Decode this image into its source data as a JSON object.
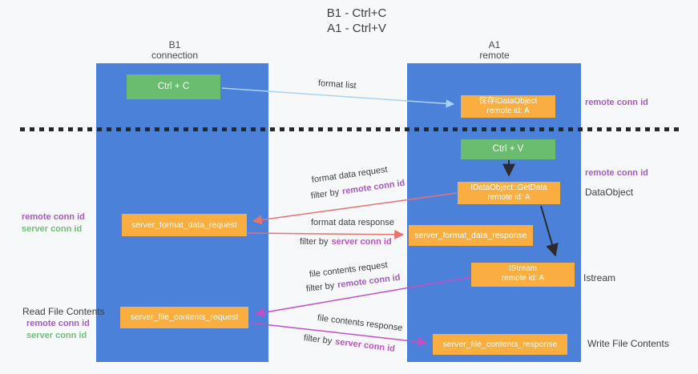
{
  "title": {
    "line1": "B1 - Ctrl+C",
    "line2": "A1 - Ctrl+V"
  },
  "participants": {
    "left": {
      "name": "B1",
      "role": "connection"
    },
    "right": {
      "name": "A1",
      "role": "remote"
    }
  },
  "boxes": {
    "ctrl_c": {
      "label": "Ctrl + C"
    },
    "save_idataobject": {
      "line1": "保存IDataObject",
      "line2": "remote id: A"
    },
    "ctrl_v": {
      "label": "Ctrl + V"
    },
    "idataobject_getdata": {
      "line1": "IDataObject::GetData",
      "line2": "remote id: A"
    },
    "server_format_data_request": {
      "label": "server_format_data_request"
    },
    "server_format_data_response": {
      "label": "server_format_data_response"
    },
    "istream": {
      "line1": "IStream",
      "line2": "remote id: A"
    },
    "server_file_contents_request": {
      "label": "server_file_contents_request"
    },
    "server_file_contents_response": {
      "label": "server_file_contents_response"
    }
  },
  "flows": {
    "format_list": {
      "label": "format list"
    },
    "format_data_request": {
      "label": "format data request",
      "filter_prefix": "filter by",
      "filter_key": "remote conn id"
    },
    "format_data_response": {
      "label": "format data response",
      "filter_prefix": "filter by",
      "filter_key": "server conn id"
    },
    "file_contents_request": {
      "label": "file contents request",
      "filter_prefix": "filter by",
      "filter_key": "remote conn id"
    },
    "file_contents_response": {
      "label": "file contents response",
      "filter_prefix": "filter by",
      "filter_key": "server conn id"
    }
  },
  "annotations": {
    "right_remote_conn_top": "remote conn id",
    "right_remote_conn_mid": "remote conn id",
    "right_dataobject": "DataObject",
    "right_istream": "Istream",
    "right_write_file_contents": "Write File Contents",
    "left_remote_conn_mid": "remote conn id",
    "left_server_conn_mid": "server conn id",
    "left_read_file_contents": "Read File Contents",
    "left_remote_conn_bottom": "remote conn id",
    "left_server_conn_bottom": "server conn id"
  },
  "colors": {
    "background": "#f7f8f9",
    "lifeline_blue": "#4b81d8",
    "box_green": "#6abd6e",
    "box_orange": "#f9ae3f",
    "arrow_black": "#2b2b2b",
    "arrow_salmon": "#e6736f",
    "arrow_magenta": "#c44fc4",
    "arrow_lightblue": "#a9d3f5",
    "text_dark": "#3d4043",
    "text_purple": "#a55bc5",
    "text_green": "#6cc371"
  }
}
